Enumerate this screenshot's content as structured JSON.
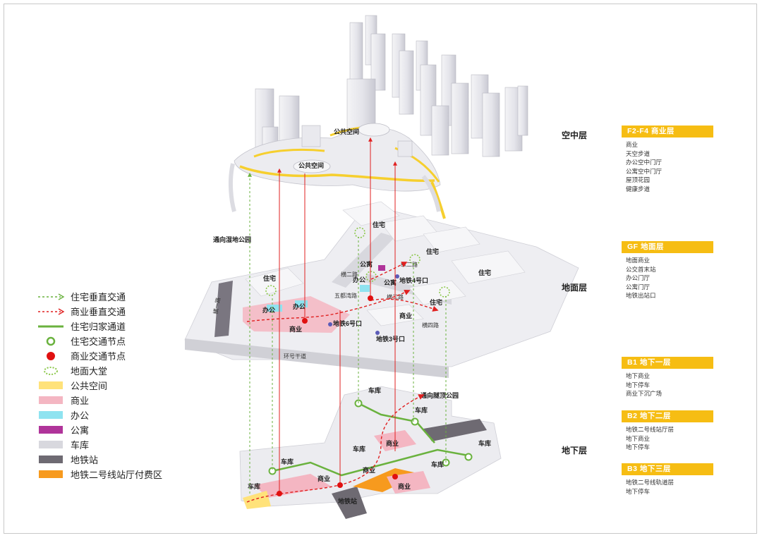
{
  "scene_labels": {
    "public_space_1": "公共空间",
    "public_space_2": "公共空间",
    "to_wetland_park": "通向湿地公园",
    "residential_1": "住宅",
    "residential_2": "住宅",
    "residential_3": "住宅",
    "residential_4": "住宅",
    "residential_5": "住宅",
    "apartment_1": "公寓",
    "apartment_2": "公寓",
    "office_1": "办公",
    "office_2": "办公",
    "office_3": "办公",
    "commercial_ground_1": "商业",
    "commercial_ground_2": "商业",
    "metro_exit_4": "地铁4号口",
    "metro_exit_6": "地铁6号口",
    "metro_exit_3": "地铁3号口",
    "ring_road": "环号干道",
    "road_a": "纵二路",
    "road_b": "横二路",
    "road_c": "五都湾路",
    "road_d": "横三路",
    "road_e": "横四路",
    "road_f": "横一路",
    "garage_1": "车库",
    "garage_2": "车库",
    "garage_3": "车库",
    "garage_4": "车库",
    "garage_5": "车库",
    "garage_6": "车库",
    "garage_7": "车库",
    "commercial_b_1": "商业",
    "commercial_b_2": "商业",
    "commercial_b_3": "商业",
    "commercial_b_4": "商业",
    "to_tunnel_park": "通向隧顶公园",
    "metro_station": "地铁站"
  },
  "levels": {
    "sky": "空中层",
    "ground": "地面层",
    "underground": "地下层"
  },
  "legend": [
    {
      "icon": "dashed-green-arrow",
      "label": "住宅垂直交通",
      "color": "#6ab23e"
    },
    {
      "icon": "dashed-red-arrow",
      "label": "商业垂直交通",
      "color": "#e02020"
    },
    {
      "icon": "green-line",
      "label": "住宅归家通道",
      "color": "#6ab23e"
    },
    {
      "icon": "green-ring",
      "label": "住宅交通节点",
      "color": "#6ab23e"
    },
    {
      "icon": "red-dot",
      "label": "商业交通节点",
      "color": "#e01010"
    },
    {
      "icon": "green-dashed-cluster",
      "label": "地面大堂",
      "color": "#8cc84b"
    },
    {
      "icon": "swatch",
      "label": "公共空间",
      "color": "#ffe27a"
    },
    {
      "icon": "swatch",
      "label": "商业",
      "color": "#f4b6c2"
    },
    {
      "icon": "swatch",
      "label": "办公",
      "color": "#8fe3f0"
    },
    {
      "icon": "swatch",
      "label": "公寓",
      "color": "#b0349a"
    },
    {
      "icon": "swatch",
      "label": "车库",
      "color": "#d8d8de"
    },
    {
      "icon": "swatch",
      "label": "地铁站",
      "color": "#6e6a72"
    },
    {
      "icon": "swatch",
      "label": "地铁二号线站厅付费区",
      "color": "#f79a1e"
    }
  ],
  "panels": [
    {
      "title": "F2-F4  商业层",
      "items": [
        "商业",
        "天空步道",
        "办公空中门厅",
        "公寓空中门厅",
        "屋顶花园",
        "健康步道"
      ]
    },
    {
      "title": "GF  地面层",
      "items": [
        "地面商业",
        "公交首末站",
        "办公门厅",
        "公寓门厅",
        "地铁出站口"
      ]
    },
    {
      "title": "B1  地下一层",
      "items": [
        "地下商业",
        "地下停车",
        "商业下沉广场"
      ]
    },
    {
      "title": "B2  地下二层",
      "items": [
        "地铁二号线站厅层",
        "地下商业",
        "地下停车"
      ]
    },
    {
      "title": "B3  地下三层",
      "items": [
        "地铁二号线轨道层",
        "地下停车"
      ]
    }
  ],
  "colors": {
    "accent": "#f6bd13",
    "residential_green": "#6ab23e",
    "commercial_red": "#e02020"
  }
}
